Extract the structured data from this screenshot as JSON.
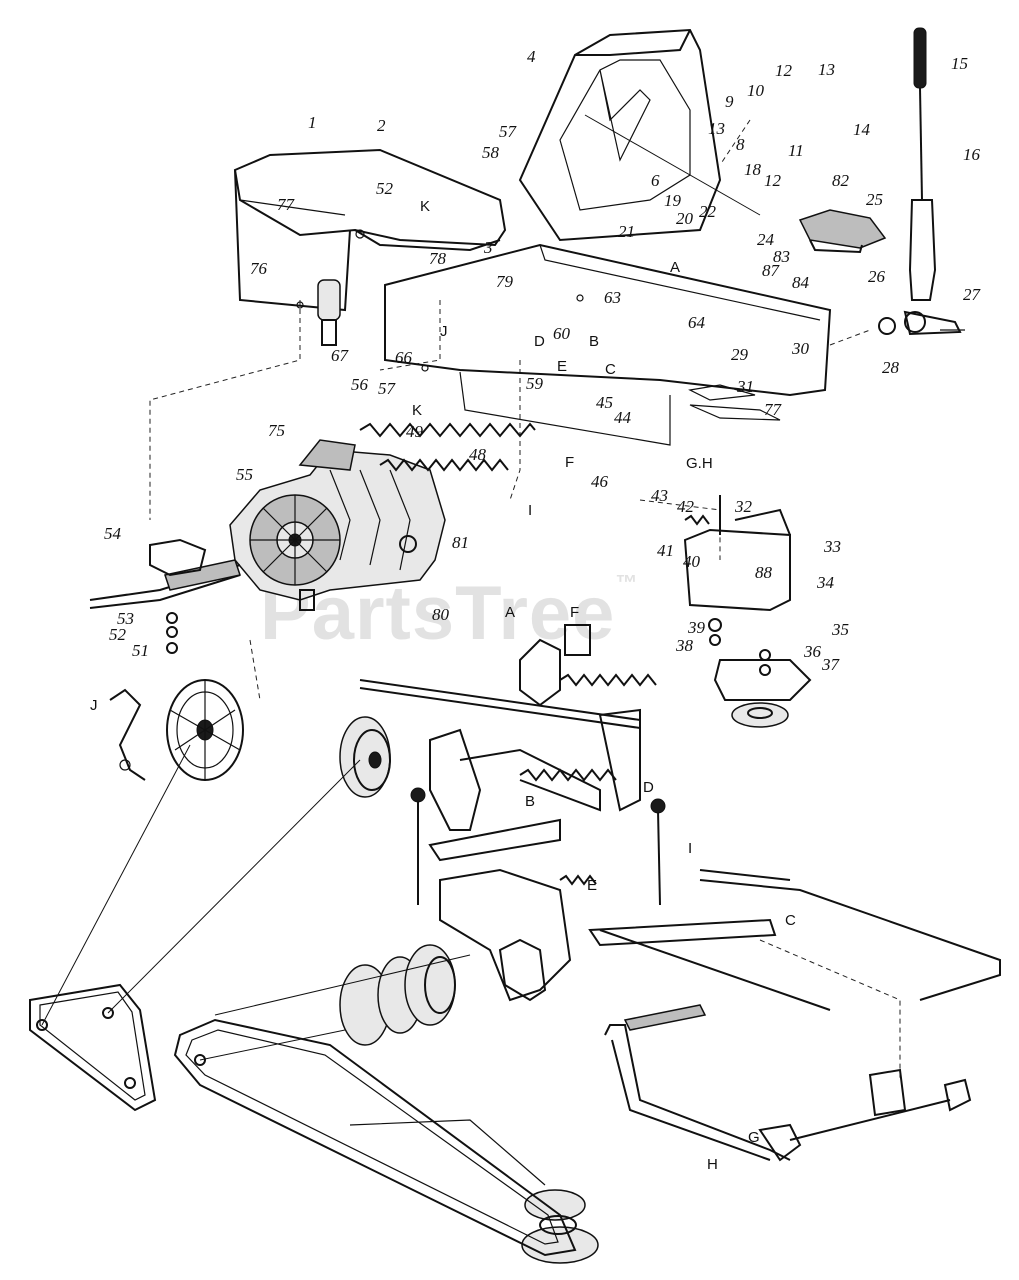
{
  "watermark": {
    "text": "PartsTree",
    "mark": "™"
  },
  "callouts": [
    "1",
    "2",
    "3",
    "4",
    "6",
    "8",
    "9",
    "10",
    "11",
    "12",
    "12",
    "13",
    "13",
    "14",
    "15",
    "16",
    "18",
    "19",
    "20",
    "21",
    "22",
    "24",
    "25",
    "26",
    "27",
    "28",
    "29",
    "30",
    "31",
    "32",
    "33",
    "34",
    "35",
    "36",
    "37",
    "38",
    "39",
    "40",
    "41",
    "42",
    "43",
    "44",
    "45",
    "46",
    "48",
    "49",
    "51",
    "52",
    "52",
    "53",
    "54",
    "55",
    "56",
    "57",
    "57",
    "58",
    "59",
    "60",
    "63",
    "64",
    "66",
    "67",
    "75",
    "76",
    "77",
    "77",
    "78",
    "79",
    "80",
    "81",
    "82",
    "83",
    "84",
    "87",
    "88"
  ],
  "letters": [
    "K",
    "J",
    "D",
    "E",
    "B",
    "C",
    "F",
    "K",
    "G.H",
    "I",
    "A",
    "F",
    "A",
    "J",
    "B",
    "D",
    "E",
    "C",
    "I",
    "G",
    "H"
  ]
}
